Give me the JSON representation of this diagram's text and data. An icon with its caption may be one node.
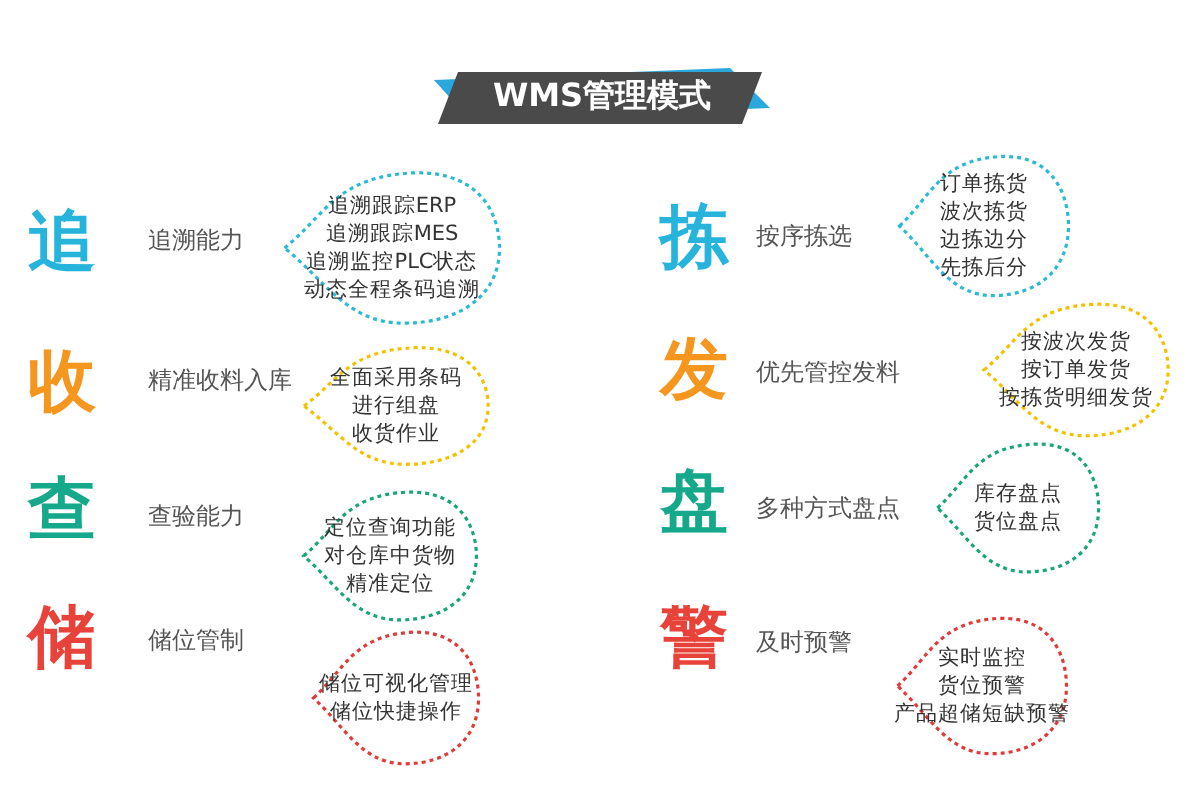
{
  "diagram": {
    "title": "WMS管理模式",
    "nodes": [
      {
        "text": [
          "追溯跟踪ERP",
          "追溯跟踪MES",
          "追溯监控PLC状态",
          "动态全程条码追溯"
        ]
      },
      {
        "text": [
          "订单拣货",
          "波次拣货",
          "边拣边分",
          "先拣后分"
        ]
      },
      {
        "text": [
          "全面采用条码",
          "进行组盘",
          "收货作业"
        ]
      },
      {
        "text": [
          "按波次发货",
          "按订单发货",
          "按拣货明细发货"
        ]
      },
      {
        "text": [
          "定位查询功能",
          "对仓库中货物",
          "精准定位"
        ]
      },
      {
        "text": [
          "库存盘点",
          "货位盘点"
        ]
      },
      {
        "text": [
          "储位可视化管理",
          "储位快捷操作"
        ]
      },
      {
        "text": [
          "实时监控",
          "货位预警",
          "产品超储短缺预警"
        ]
      }
    ],
    "labels": [
      "追",
      "追溯能力",
      "拣",
      "按序拣选",
      "收",
      "精准收料入库",
      "发",
      "优先管控发料",
      "查",
      "查验能力",
      "盘",
      "多种方式盘点",
      "储",
      "储位管制",
      "警",
      "及时预警"
    ]
  }
}
